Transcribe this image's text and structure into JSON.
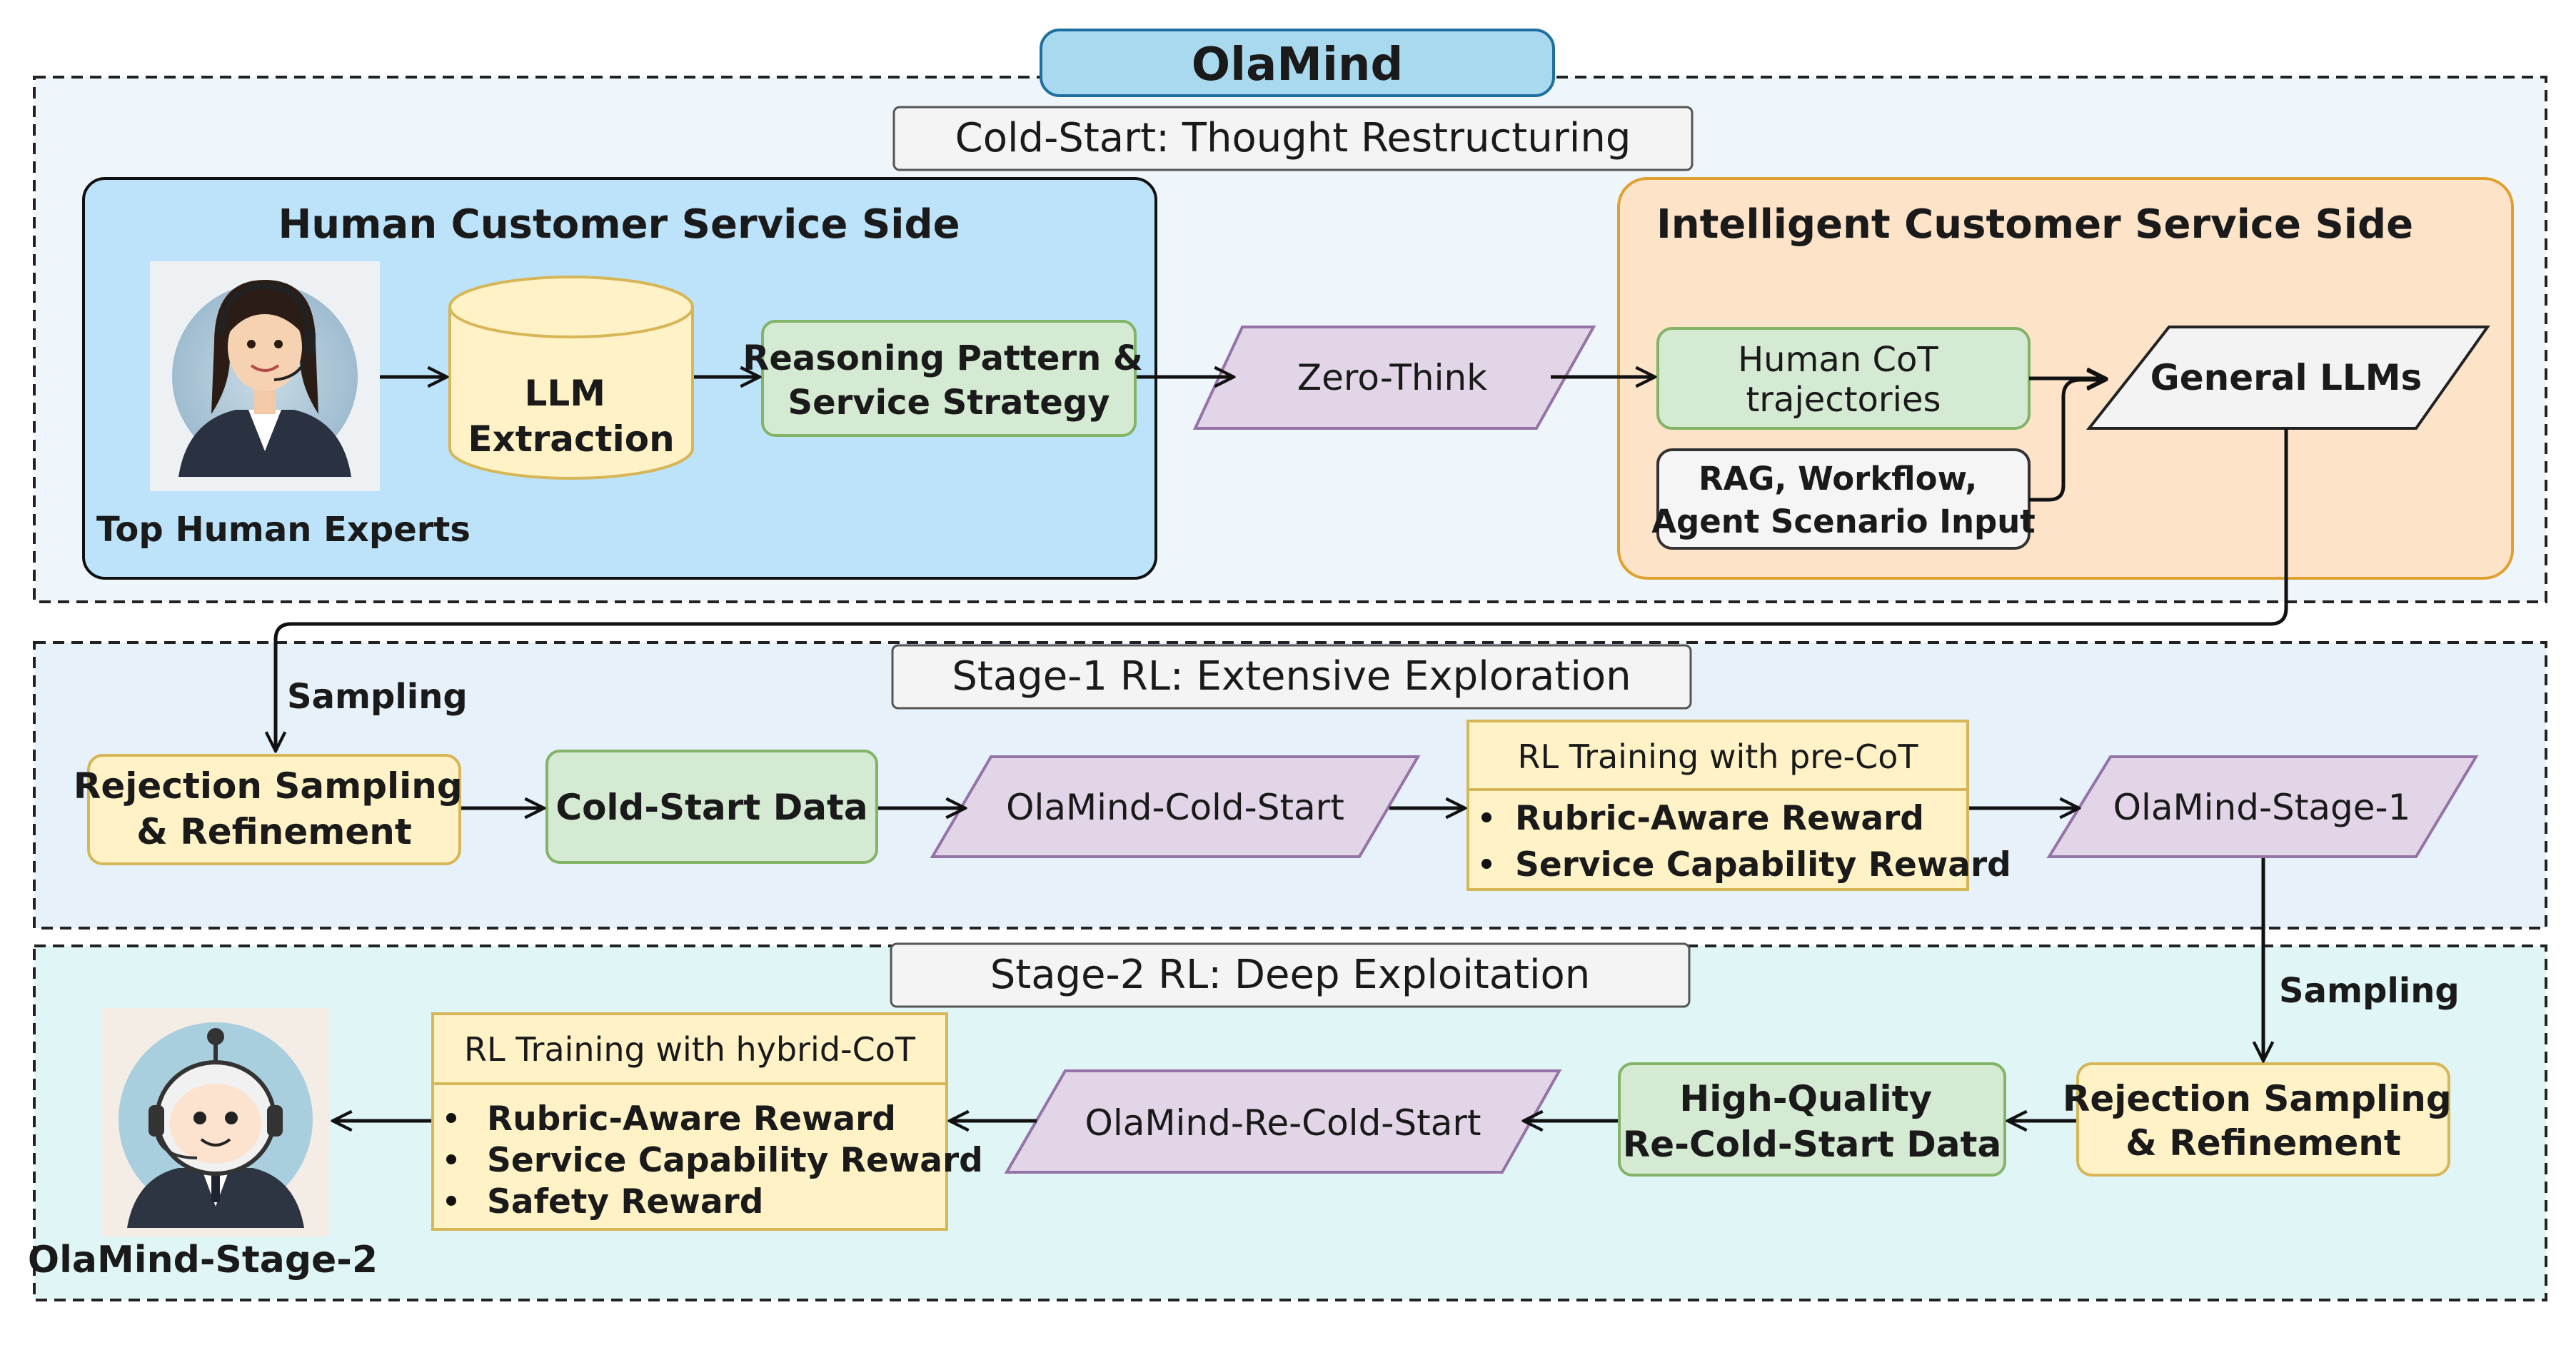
{
  "title": "OlaMind",
  "sections": {
    "cold_start": {
      "label": "Cold-Start: Thought Restructuring",
      "human_side": {
        "title": "Human Customer Service Side",
        "experts_caption": "Top Human Experts",
        "llm_extraction": [
          "LLM",
          "Extraction"
        ],
        "reasoning_pattern": [
          "Reasoning Pattern &",
          "Service Strategy"
        ]
      },
      "zero_think": "Zero-Think",
      "intelligent_side": {
        "title": "Intelligent Customer Service Side",
        "human_cot": [
          "Human CoT",
          "trajectories"
        ],
        "rag_input": [
          "RAG, Workflow,",
          "Agent Scenario Input"
        ],
        "general_llms": "General LLMs"
      }
    },
    "stage1": {
      "label": "Stage-1 RL: Extensive Exploration",
      "sampling": "Sampling",
      "rejection_sampling": [
        "Rejection Sampling",
        "& Refinement"
      ],
      "cold_start_data": "Cold-Start Data",
      "olamind_cold_start": "OlaMind-Cold-Start",
      "rl_training": {
        "title": "RL Training with pre-CoT",
        "items": [
          "Rubric-Aware Reward",
          "Service Capability Reward"
        ]
      },
      "olamind_stage1": "OlaMind-Stage-1"
    },
    "stage2": {
      "label": "Stage-2 RL: Deep Exploitation",
      "sampling": "Sampling",
      "rejection_sampling": [
        "Rejection Sampling",
        "& Refinement"
      ],
      "hq_data": [
        "High-Quality",
        "Re-Cold-Start Data"
      ],
      "olamind_re_cold_start": "OlaMind-Re-Cold-Start",
      "rl_training": {
        "title": "RL Training with hybrid-CoT",
        "items": [
          "Rubric-Aware Reward",
          "Service Capability Reward",
          "Safety Reward"
        ]
      },
      "stage2_caption": "OlaMind-Stage-2"
    }
  },
  "colors": {
    "blue_fill": "#bde3fb",
    "orange_fill": "#fde3c8",
    "orange_stroke": "#e0a030",
    "green_fill": "#d5ead3",
    "green_stroke": "#82b366",
    "yellow_fill": "#fff2c7",
    "yellow_stroke": "#d6b656",
    "purple_fill": "#e1d5e7",
    "purple_stroke": "#9673a6",
    "grey_fill": "#f3f3f3"
  }
}
